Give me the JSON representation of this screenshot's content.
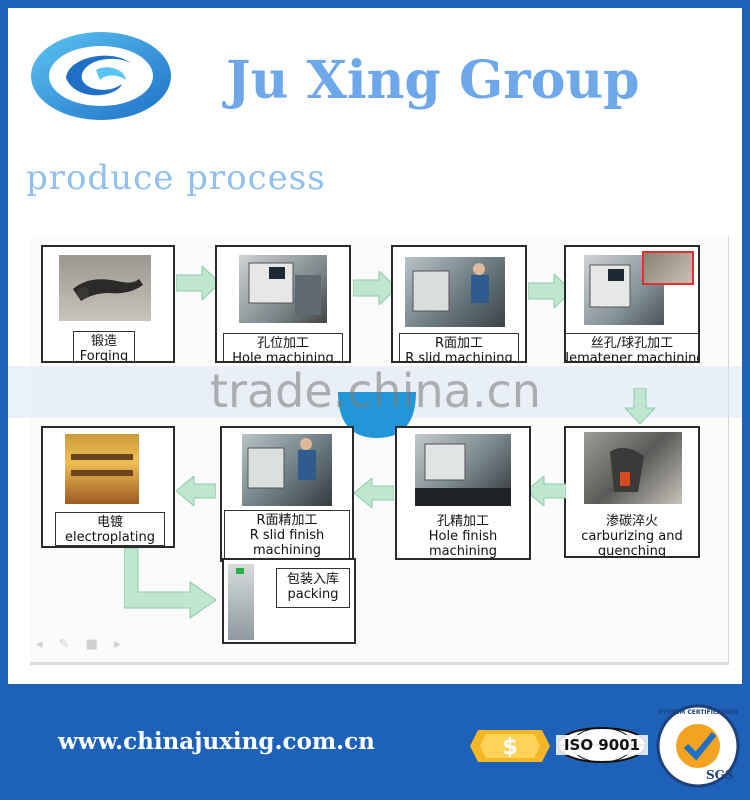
{
  "header": {
    "brand_name": "Ju Xing Group",
    "section_title": "produce process"
  },
  "steps": {
    "forging": {
      "zh": "锻造",
      "en": "Forging"
    },
    "hole_machining": {
      "zh": "孔位加工",
      "en": "Hole machining"
    },
    "r_slid_machining": {
      "zh": "R面加工",
      "en": "R slid machining"
    },
    "nematener_machining": {
      "zh": "丝孔/球孔加工",
      "en": "Nematener machining"
    },
    "carburizing": {
      "zh": "渗碳淬火",
      "en1": "carburizing and",
      "en2": "quenching"
    },
    "hole_finish": {
      "zh": "孔精加工",
      "en1": "Hole finish",
      "en2": "machining"
    },
    "r_slid_finish": {
      "zh": "R面精加工",
      "en1": "R slid finish",
      "en2": "machining"
    },
    "electroplating": {
      "zh": "电镀",
      "en": "electroplating"
    },
    "packing": {
      "zh": "包装入库",
      "en": "packing"
    }
  },
  "watermark": "trade.china.cn",
  "footer": {
    "url": "www.chinajuxing.com.cn",
    "iso_badge": "ISO 9001",
    "sgs_badge": "SGS",
    "cert_ring": "SYSTEM CERTIFICATION"
  },
  "colors": {
    "background_blue": "#1d61b8",
    "brand_text": "#6fa8ea",
    "arrow_green": "#bfe6cf"
  }
}
